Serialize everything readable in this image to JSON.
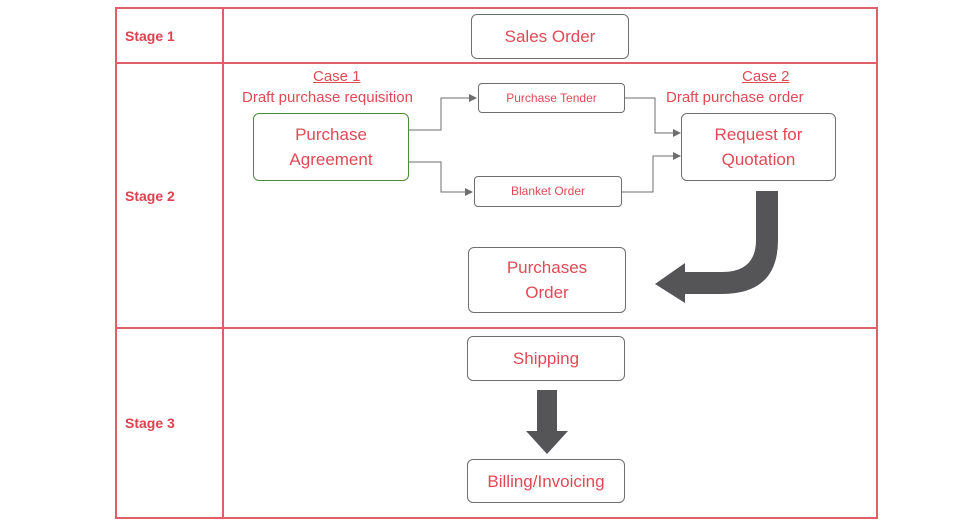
{
  "stages": {
    "stage1": {
      "label": "Stage 1"
    },
    "stage2": {
      "label": "Stage 2"
    },
    "stage3": {
      "label": "Stage 3"
    }
  },
  "nodes": {
    "sales_order": "Sales Order",
    "purchase_agreement": {
      "line1": "Purchase",
      "line2": "Agreement"
    },
    "purchase_tender": "Purchase Tender",
    "blanket_order": "Blanket Order",
    "request_for_quotation": {
      "line1": "Request for",
      "line2": "Quotation"
    },
    "purchases_order": {
      "line1": "Purchases",
      "line2": "Order"
    },
    "shipping": "Shipping",
    "billing_invoicing": "Billing/Invoicing"
  },
  "cases": {
    "case1": {
      "title": "Case 1",
      "subtitle": "Draft purchase requisition"
    },
    "case2": {
      "title": "Case 2",
      "subtitle": "Draft purchase order"
    }
  },
  "colors": {
    "stage_border": "#e0606a",
    "text": "#e04a56",
    "box_border": "#6e6e6e",
    "agreement_border": "#4b8a3a",
    "arrow": "#555558"
  }
}
